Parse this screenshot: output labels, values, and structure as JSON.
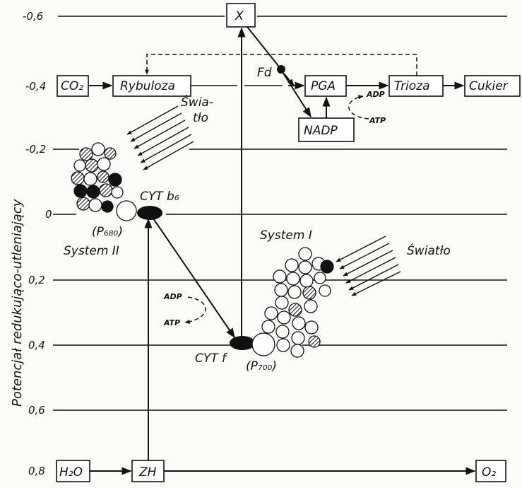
{
  "axis": {
    "ylabel": "Potencjał redukująco-utleniający",
    "ticks": [
      "-0,6",
      "-0,4",
      "-0,2",
      "0",
      "0,2",
      "0,4",
      "0,6",
      "0,8"
    ]
  },
  "boxes": {
    "x": "X",
    "co2": "CO₂",
    "rybuloza": "Rybuloza",
    "pga": "PGA",
    "trioza": "Trioza",
    "cukier": "Cukier",
    "nadp": "NADP",
    "h2o": "H₂O",
    "zh": "ZH",
    "o2": "O₂"
  },
  "labels": {
    "fd": "Fd",
    "adp_top": "ADP",
    "atp_top": "ATP",
    "swiatlo_top_1": "Świa-",
    "swiatlo_top_2": "tło",
    "swiatlo_right": "Światło",
    "cytb6": "CYT b₆",
    "p680": "(P₆₈₀)",
    "system2": "System II",
    "system1": "System I",
    "adp_mid": "ADP",
    "atp_mid": "ATP",
    "cytf": "CYT f",
    "p700": "(P₇₀₀)"
  }
}
